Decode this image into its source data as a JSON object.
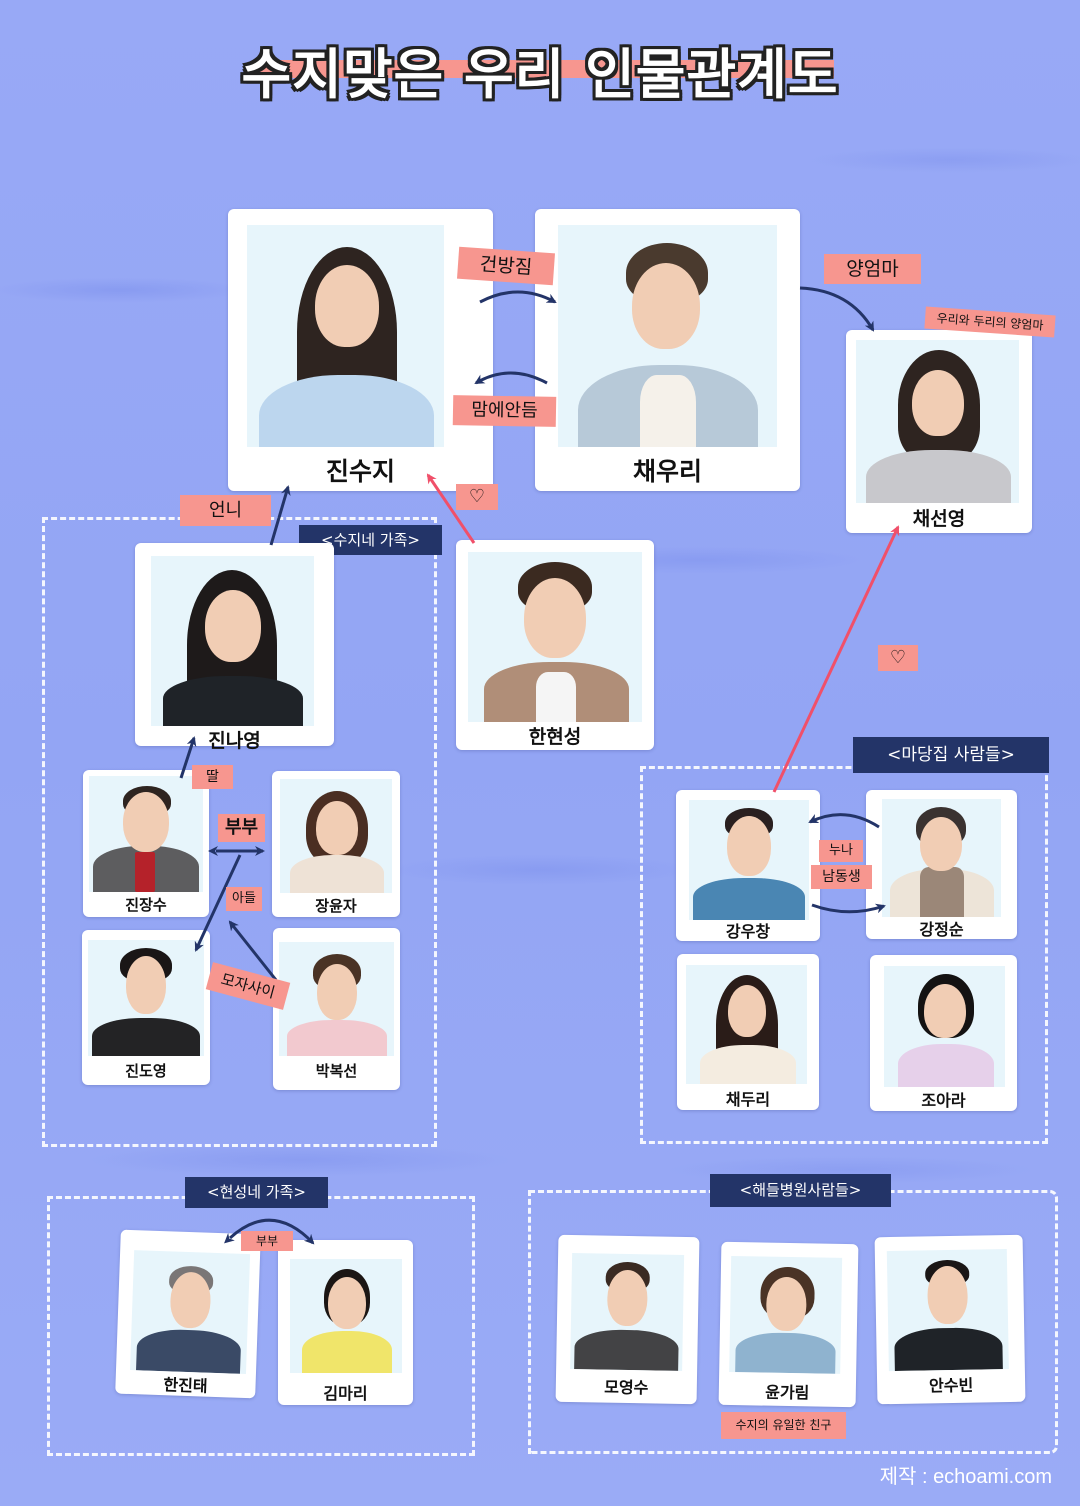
{
  "title": "수지맞은 우리 인물관계도",
  "colors": {
    "background": "#97a8f5",
    "tag_pink": "#f7968f",
    "group_label_navy": "#233468",
    "arrow_navy": "#233468",
    "arrow_love": "#f0506a",
    "card_white": "#ffffff",
    "photo_bg": "#e7f5fb"
  },
  "main_characters": [
    {
      "name": "진수지"
    },
    {
      "name": "채우리"
    },
    {
      "name": "채선영",
      "note": "우리와 두리의 양엄마"
    },
    {
      "name": "한현성"
    }
  ],
  "relations": {
    "suji_to_uri": "건방짐",
    "uri_to_suji": "맘에안듬",
    "uri_to_seonyoung": "양엄마",
    "hyunsung_to_suji": "♡",
    "wuchang_to_seonyoung": "♡",
    "nayoung_to_suji": "언니",
    "jangsu_to_nayoung": "딸",
    "jangsu_yunja": "부부",
    "jangsu_doyoung": "아들",
    "boksun_jangsu": "모자사이",
    "wuchang_jeongsun_top": "누나",
    "wuchang_jeongsun_bottom": "남동생",
    "jintae_mari": "부부",
    "garim_note": "수지의 유일한 친구"
  },
  "groups": {
    "suji_family": {
      "label": "<수지네 가족>",
      "members": [
        {
          "name": "진나영"
        },
        {
          "name": "진장수"
        },
        {
          "name": "장윤자"
        },
        {
          "name": "진도영"
        },
        {
          "name": "박복선"
        }
      ]
    },
    "madang_house": {
      "label": "<마당집 사람들>",
      "members": [
        {
          "name": "강우창"
        },
        {
          "name": "강정순"
        },
        {
          "name": "채두리"
        },
        {
          "name": "조아라"
        }
      ]
    },
    "hyunsung_family": {
      "label": "<현성네 가족>",
      "members": [
        {
          "name": "한진태"
        },
        {
          "name": "김마리"
        }
      ]
    },
    "haedeul_hospital": {
      "label": "<해들병원사람들>",
      "members": [
        {
          "name": "모영수"
        },
        {
          "name": "윤가림"
        },
        {
          "name": "안수빈"
        }
      ]
    }
  },
  "credit": "제작 : echoami.com"
}
